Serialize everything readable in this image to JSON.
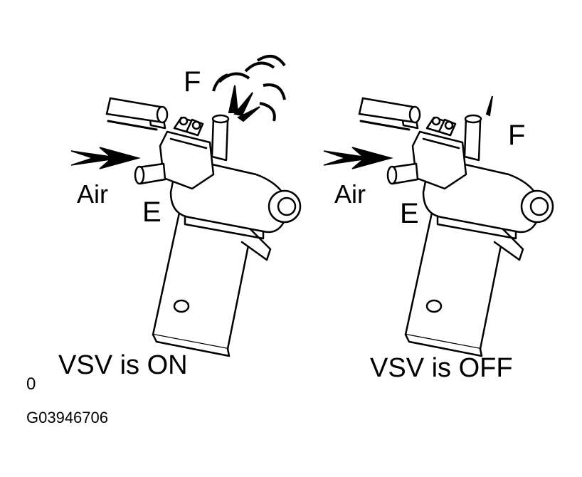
{
  "left_panel": {
    "port_f": "F",
    "port_e": "E",
    "air": "Air",
    "caption": "VSV is ON"
  },
  "right_panel": {
    "port_f": "F",
    "port_e": "E",
    "air": "Air",
    "caption": "VSV is OFF"
  },
  "footer": {
    "corner_mark": "0",
    "figure_code": "G03946706"
  }
}
